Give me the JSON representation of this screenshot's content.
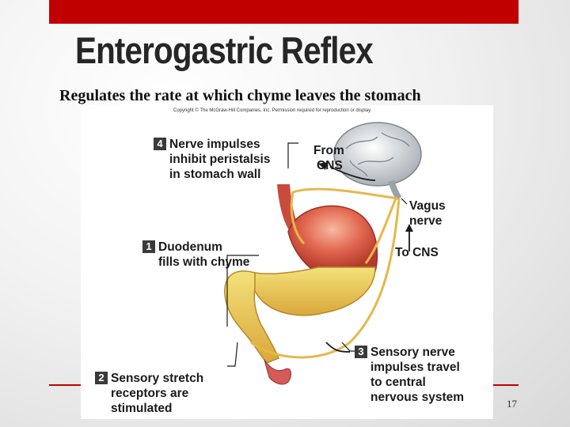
{
  "slide": {
    "title": "Enterogastric Reflex",
    "subtitle": "Regulates the rate at which chyme leaves the stomach",
    "page_number": "17",
    "accent_color": "#c00000"
  },
  "figure": {
    "copyright": "Copyright © The McGraw-Hill Companies, Inc. Permission required for reproduction or display.",
    "steps": [
      {
        "number": "1",
        "line1": "Duodenum",
        "line2": "fills with chyme"
      },
      {
        "number": "2",
        "line1": "Sensory stretch",
        "line2": "receptors are",
        "line3": "stimulated"
      },
      {
        "number": "3",
        "line1": "Sensory nerve",
        "line2": "impulses travel",
        "line3": "to central",
        "line4": "nervous system"
      },
      {
        "number": "4",
        "line1": "Nerve impulses",
        "line2": "inhibit peristalsis",
        "line3": "in stomach wall"
      }
    ],
    "labels": {
      "from_cns_1": "From",
      "from_cns_2": "CNS",
      "vagus_1": "Vagus",
      "vagus_2": "nerve",
      "to_cns": "To CNS"
    }
  }
}
